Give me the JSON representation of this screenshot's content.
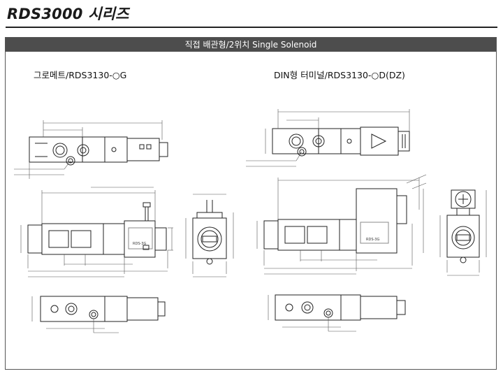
{
  "page": {
    "title": "RDS3000 시리즈",
    "section_header": "직접 배관형/2위치 Single Solenoid"
  },
  "variants": [
    {
      "label": "그로메트/RDS3130-○G"
    },
    {
      "label": "DIN형 터미널/RDS3130-○D(DZ)"
    }
  ],
  "nameplate": {
    "model_code": "RDS-3G"
  },
  "colors": {
    "header_bg": "#4d4d4d",
    "line": "#222222",
    "dim": "#555555"
  }
}
